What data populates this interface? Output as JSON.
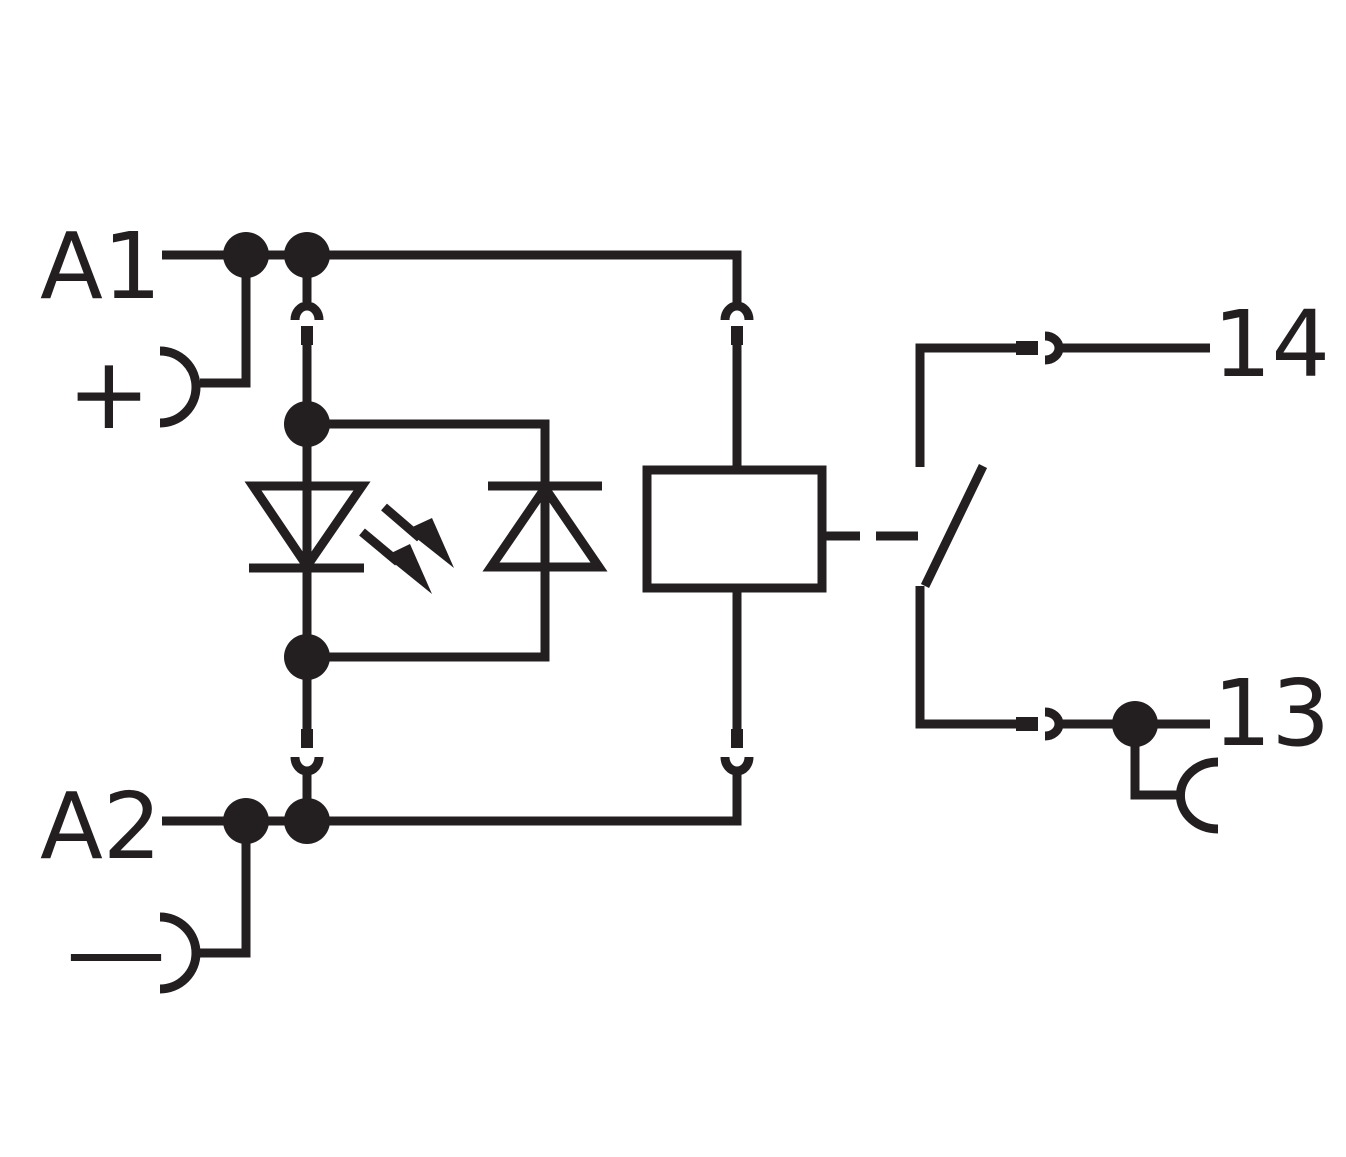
{
  "terminals": {
    "a1": "A1",
    "a2": "A2",
    "t14": "14",
    "t13": "13",
    "plus": "+",
    "minus": "—"
  },
  "colors": {
    "ink": "#231f20",
    "background": "#ffffff"
  },
  "components": [
    "indicator-led-icon",
    "freewheeling-diode-icon",
    "relay-coil-icon",
    "normally-open-contact-icon",
    "plug-connector-icon",
    "junction-dot-icon"
  ]
}
